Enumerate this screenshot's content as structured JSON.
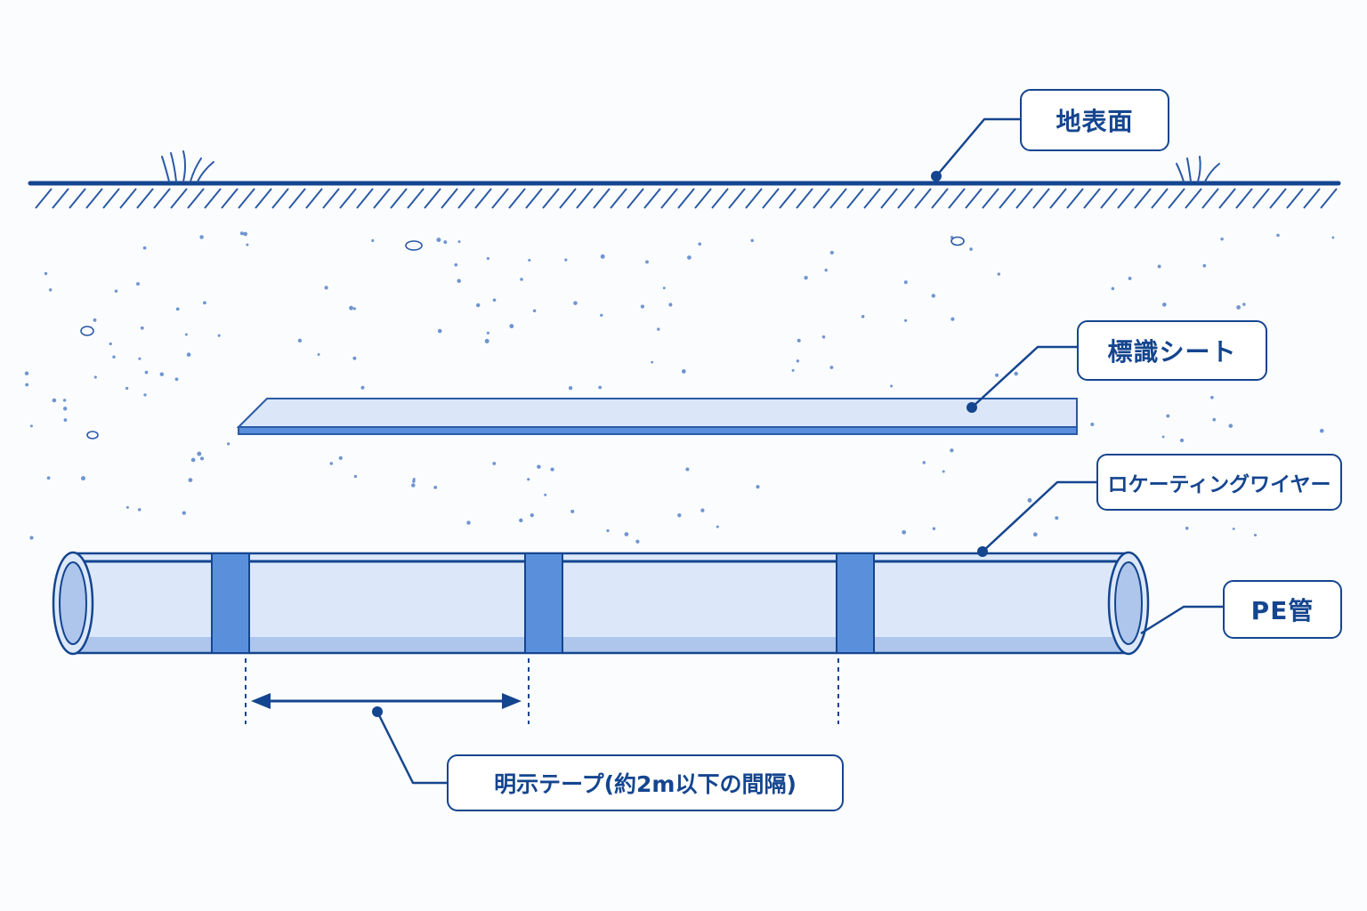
{
  "labels": {
    "ground_surface": "地表面",
    "warning_sheet": "標識シート",
    "locating_wire": "ロケーティングワイヤー",
    "pe_pipe": "PE管",
    "marking_tape": "明示テープ(約2m以下の間隔)"
  },
  "colors": {
    "line": "#14458f",
    "pipe_fill": "#dce8fa",
    "pipe_shadow": "#aec6ec",
    "tape": "#5a8fdc",
    "sheet_fill": "#dbe7f9",
    "soil_dots": "#6f95d1"
  },
  "icons": {
    "grass": "grass-icon"
  }
}
